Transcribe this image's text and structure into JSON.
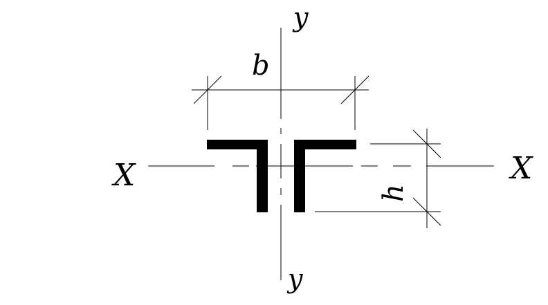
{
  "labels": {
    "y_top": "y",
    "y_bottom": "y",
    "x_left": "X",
    "x_right": "X",
    "width": "b",
    "height": "h"
  },
  "colors": {
    "ink": "#000000",
    "background": "#ffffff"
  }
}
